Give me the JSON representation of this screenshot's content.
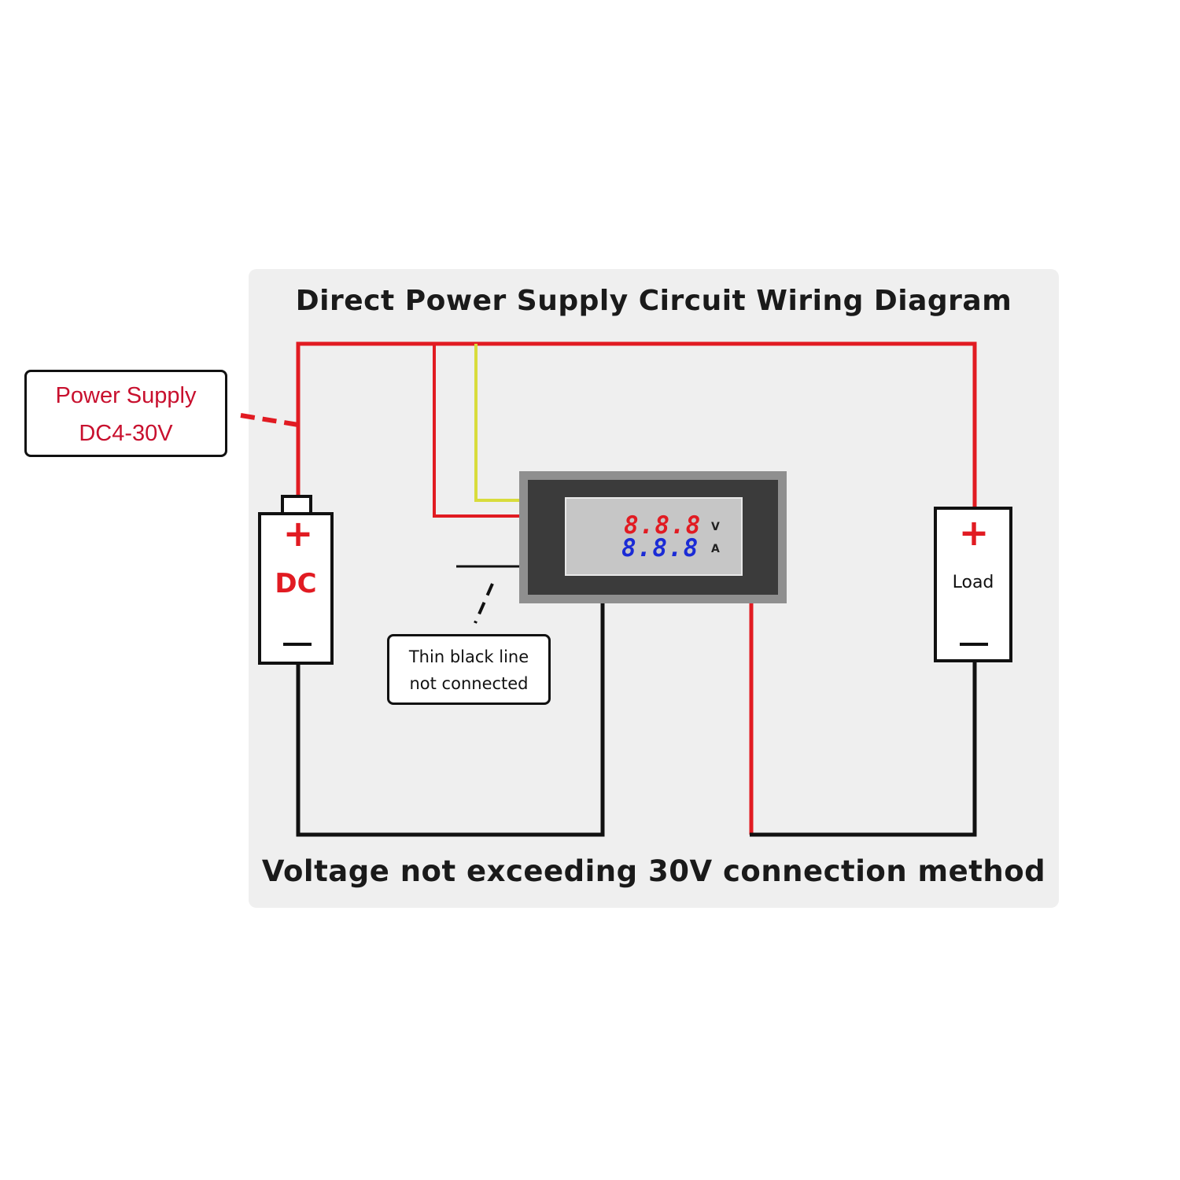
{
  "diagram": {
    "title": "Direct Power Supply Circuit Wiring Diagram",
    "footer": "Voltage not exceeding 30V connection method",
    "power_supply_callout": {
      "line1": "Power Supply",
      "line2": "DC4-30V"
    },
    "battery": {
      "label": "DC",
      "plus": "+",
      "minus": "—"
    },
    "load": {
      "label": "Load",
      "plus": "+",
      "minus": "—"
    },
    "meter": {
      "voltage_display": "8.8.8",
      "current_display": "8.8.8",
      "voltage_unit": "V",
      "current_unit": "A"
    },
    "note": {
      "line1": "Thin black line",
      "line2": "not connected"
    }
  },
  "colors": {
    "wire_red": "#e11b22",
    "wire_black": "#111111",
    "wire_yellow": "#d8dc3c",
    "callout_text": "#c8102e",
    "voltage_digits": "#e11b22",
    "current_digits": "#1a2bd6"
  }
}
